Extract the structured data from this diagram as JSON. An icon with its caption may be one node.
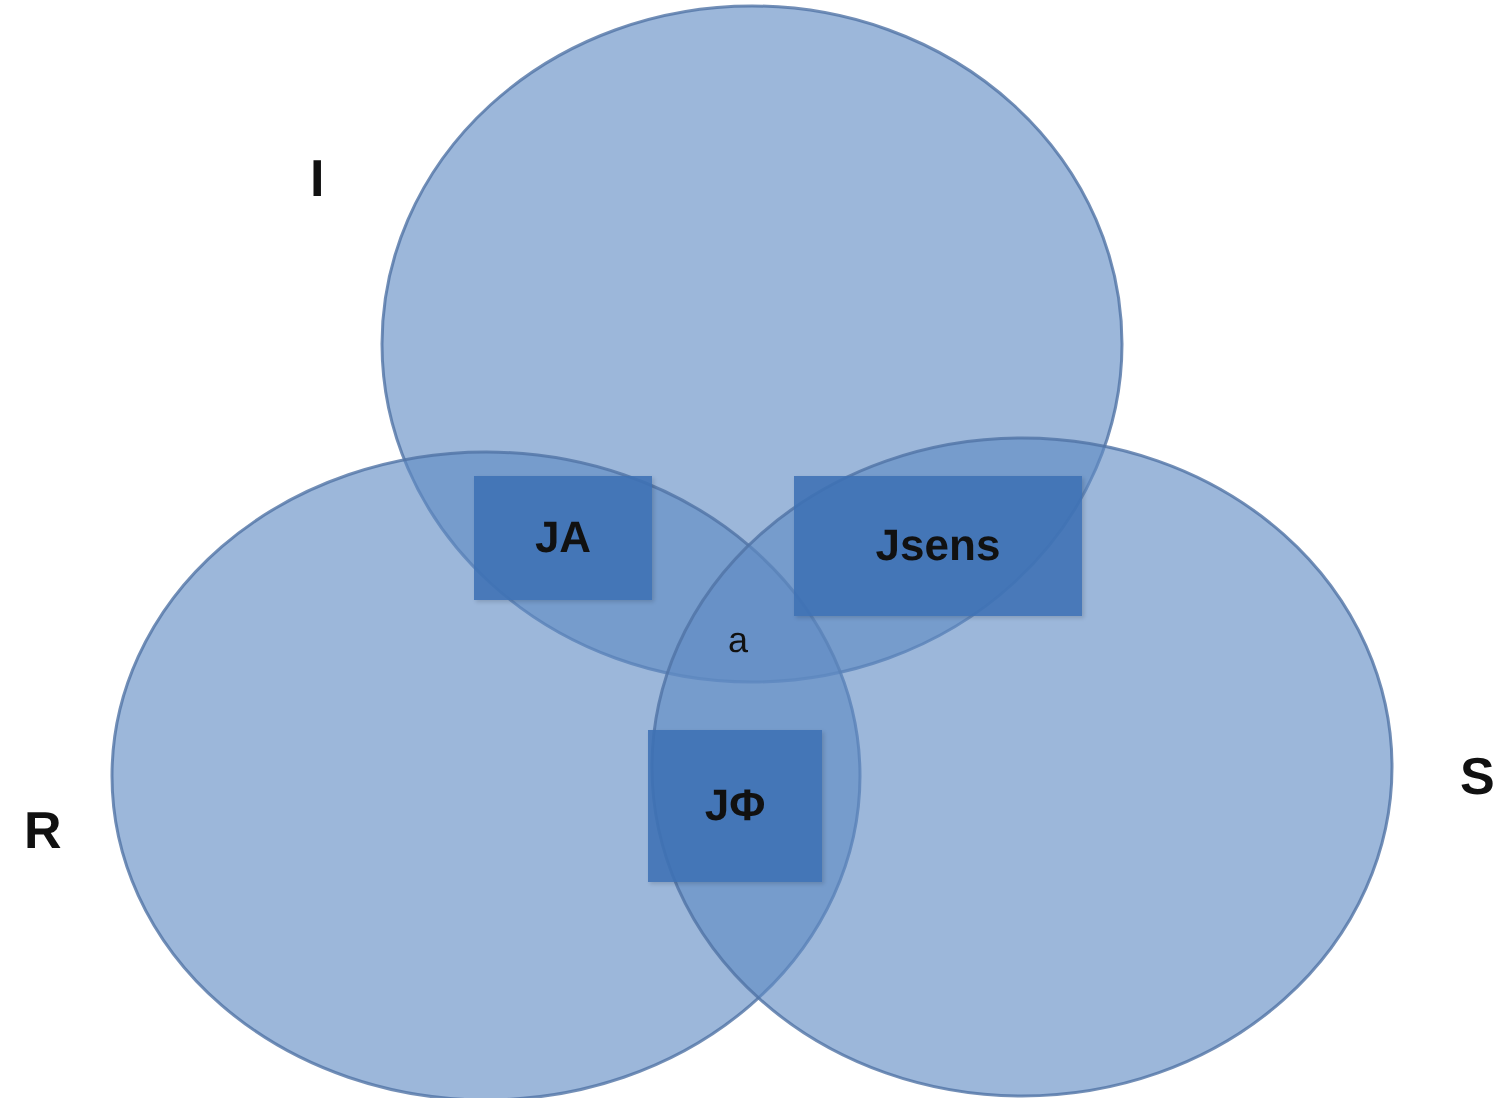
{
  "diagram": {
    "nodes": [
      {
        "text": [
          "I"
        ]
      },
      {
        "text": [
          "R"
        ]
      },
      {
        "text": [
          "S"
        ]
      },
      {
        "text": [
          "JA"
        ]
      },
      {
        "text": [
          "Jsens"
        ]
      },
      {
        "text": [
          "JΦ"
        ]
      }
    ],
    "labels": [
      "a"
    ]
  }
}
